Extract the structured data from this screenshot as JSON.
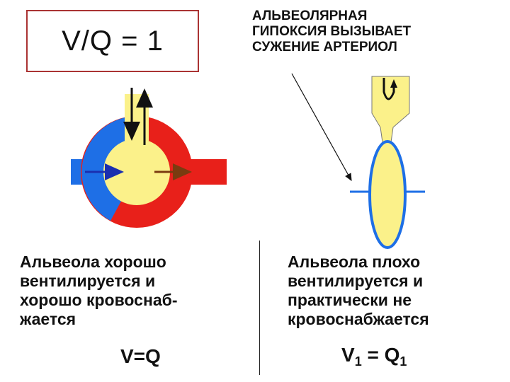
{
  "left_panel": {
    "ratio_box": "V/Q = 1",
    "caption": "Альвеола хорошо\nвентилируется и\nхорошо кровоснаб-\nжается",
    "equation": "V=Q"
  },
  "right_panel": {
    "heading": "АЛЬВЕОЛЯРНАЯ\nГИПОКСИЯ ВЫЗЫВАЕТ\nСУЖЕНИЕ АРТЕРИОЛ",
    "caption": "Альвеола плохо\nвентилируется и\nпрактически не\nкровоснабжается",
    "equation": {
      "v": "V",
      "v_sub": "1",
      "eq": " = ",
      "q": "Q",
      "q_sub": "1"
    }
  },
  "colors": {
    "alveolus": "#fbf18a",
    "venous": "#1e6fe6",
    "arterial": "#e8201a",
    "outline": "#a33333",
    "arrow_blue": "#1a2fb0",
    "arrow_brown": "#7a3b10"
  }
}
